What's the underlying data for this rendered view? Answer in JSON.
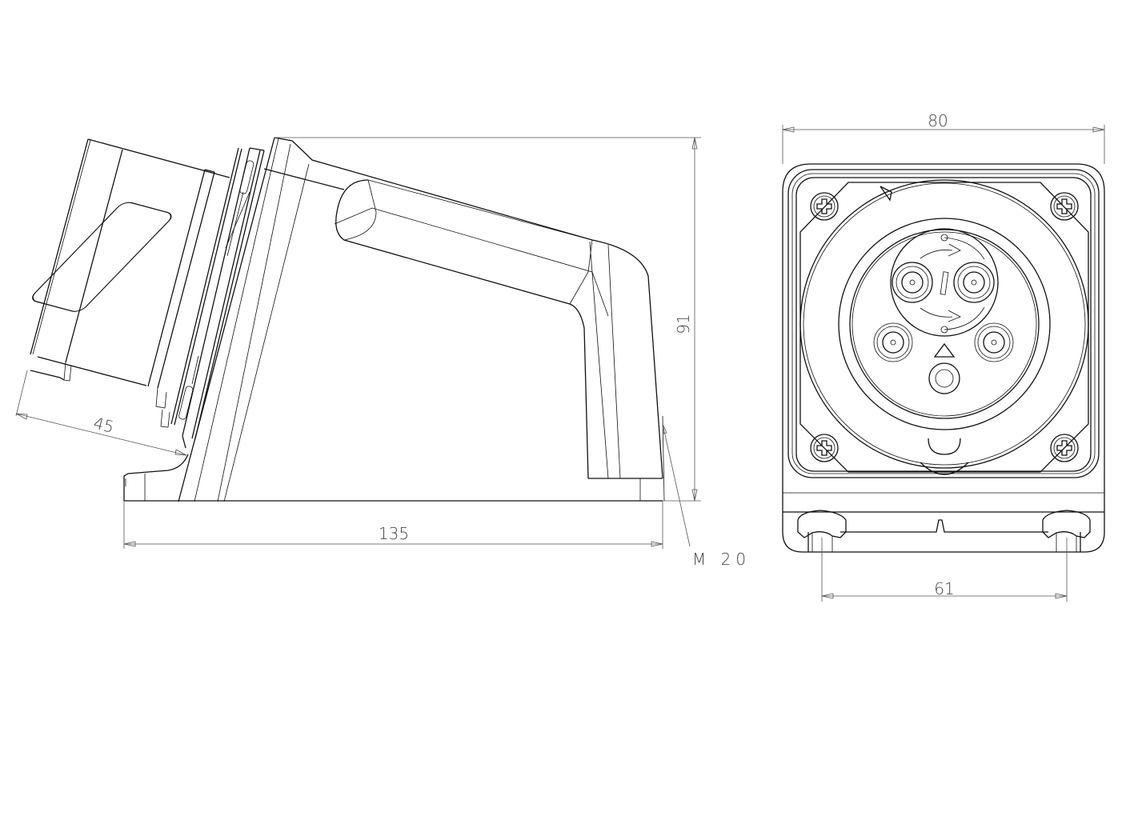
{
  "side_view": {
    "dim_length": "135",
    "dim_height": "91",
    "dim_plug_depth": "45",
    "thread_label": "M 20"
  },
  "front_view": {
    "dim_width": "80",
    "dim_hole_spacing": "61"
  },
  "colors": {
    "line": "#111111",
    "dimension": "#555555",
    "background": "#ffffff"
  }
}
